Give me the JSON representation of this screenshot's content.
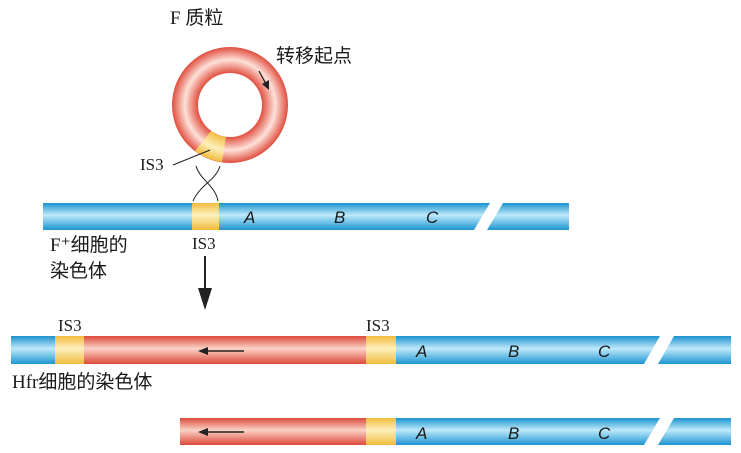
{
  "plasmid": {
    "title": "F 质粒",
    "origin_label": "转移起点",
    "is_label": "IS3"
  },
  "f_plus": {
    "is_label": "IS3",
    "label_line1": "F⁺细胞的",
    "label_line2": "染色体",
    "genes": [
      "A",
      "B",
      "C"
    ]
  },
  "hfr": {
    "is_left_label": "IS3",
    "is_right_label": "IS3",
    "label": "Hfr细胞的染色体",
    "genes": [
      "A",
      "B",
      "C"
    ]
  },
  "transfer": {
    "genes": [
      "A",
      "B",
      "C"
    ]
  },
  "colors": {
    "chromosome_blue": "#29a9e0",
    "plasmid_red": "#e8604f",
    "insertion_yellow": "#f6c94e",
    "arrow": "#222222"
  }
}
